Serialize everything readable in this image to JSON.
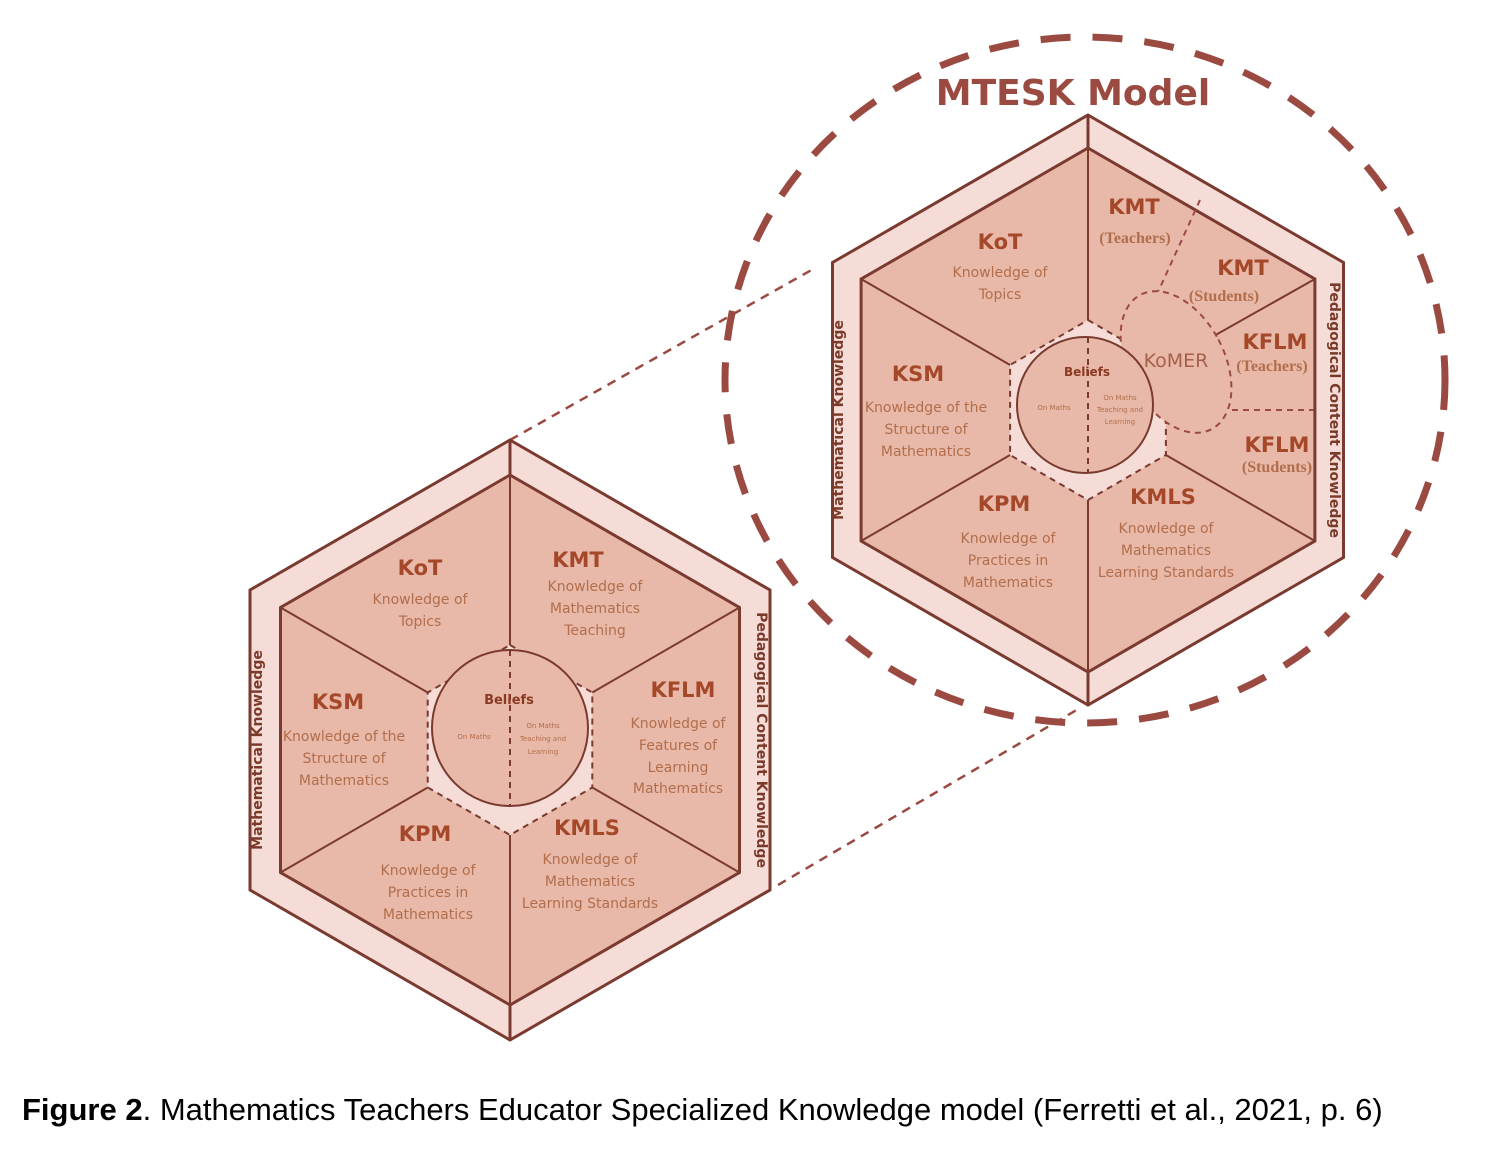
{
  "title": "MTESK Model",
  "caption": {
    "label": "Figure 2",
    "text": ". Mathematics Teachers Educator Specialized Knowledge model (Ferretti et al., 2021, p. 6)"
  },
  "colors": {
    "stroke": "#7a3a30",
    "fill": "#e8b9a8",
    "outer": "#f5dcd6",
    "dash": "#9b4a42"
  },
  "side_labels": {
    "left": "Mathematical Knowledge",
    "right": "Pedagogical Content Knowledge"
  },
  "beliefs": {
    "title": "Beliefs",
    "left": "On Maths",
    "right": [
      "On Maths",
      "Teaching and",
      "Learning"
    ]
  },
  "left_hex": {
    "kot": {
      "abbr": "KoT",
      "desc": [
        "Knowledge of",
        "Topics"
      ]
    },
    "kmt": {
      "abbr": "KMT",
      "desc": [
        "Knowledge of",
        "Mathematics",
        "Teaching"
      ]
    },
    "ksm": {
      "abbr": "KSM",
      "desc": [
        "Knowledge of the",
        "Structure of",
        "Mathematics"
      ]
    },
    "kflm": {
      "abbr": "KFLM",
      "desc": [
        "Knowledge of",
        "Features of",
        "Learning",
        "Mathematics"
      ]
    },
    "kpm": {
      "abbr": "KPM",
      "desc": [
        "Knowledge of",
        "Practices in",
        "Mathematics"
      ]
    },
    "kmls": {
      "abbr": "KMLS",
      "desc": [
        "Knowledge of",
        "Mathematics",
        "Learning Standards"
      ]
    }
  },
  "right_hex": {
    "kot": {
      "abbr": "KoT",
      "desc": [
        "Knowledge of",
        "Topics"
      ]
    },
    "ksm": {
      "abbr": "KSM",
      "desc": [
        "Knowledge of the",
        "Structure of",
        "Mathematics"
      ]
    },
    "kpm": {
      "abbr": "KPM",
      "desc": [
        "Knowledge of",
        "Practices in",
        "Mathematics"
      ]
    },
    "kmls": {
      "abbr": "KMLS",
      "desc": [
        "Knowledge of",
        "Mathematics",
        "Learning Standards"
      ]
    },
    "kmt_teachers": {
      "abbr": "KMT",
      "sub": "(Teachers)"
    },
    "kmt_students": {
      "abbr": "KMT",
      "sub": "(Students)"
    },
    "kflm_teachers": {
      "abbr": "KFLM",
      "sub": "(Teachers)"
    },
    "kflm_students": {
      "abbr": "KFLM",
      "sub": "(Students)"
    },
    "komer": "KoMER"
  }
}
